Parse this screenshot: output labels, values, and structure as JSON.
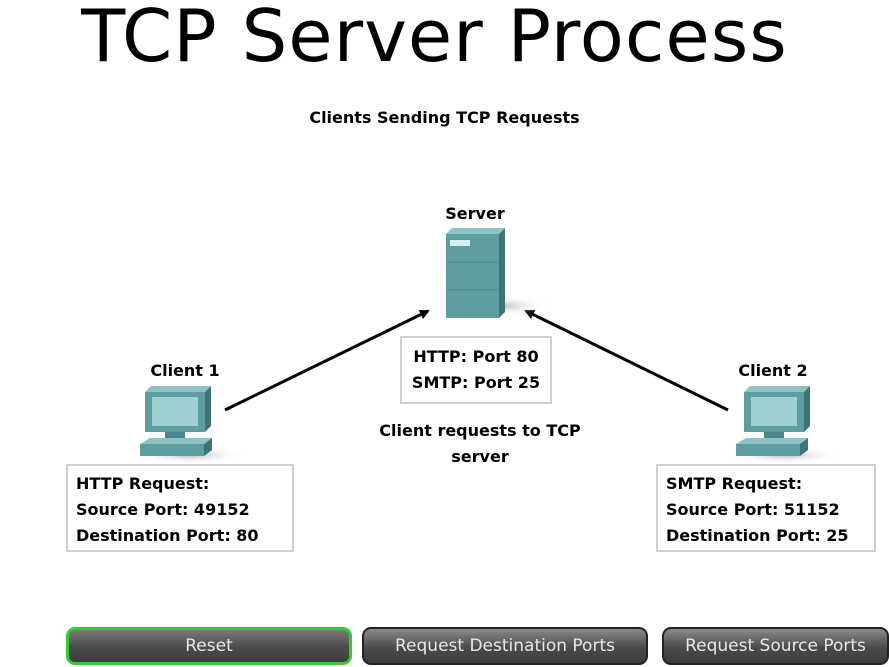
{
  "title": "TCP Server Process",
  "subtitle": "Clients Sending TCP Requests",
  "server": {
    "label": "Server",
    "ports": [
      "HTTP: Port 80",
      "SMTP: Port 25"
    ],
    "caption": [
      "Client requests to TCP",
      "server"
    ]
  },
  "client1": {
    "label": "Client 1",
    "info": [
      "HTTP Request:",
      "Source Port: 49152",
      "Destination Port: 80"
    ]
  },
  "client2": {
    "label": "Client 2",
    "info": [
      "SMTP Request:",
      "Source Port: 51152",
      "Destination Port: 25"
    ]
  },
  "buttons": {
    "reset": "Reset",
    "dest_ports": "Request Destination Ports",
    "source_ports": "Request Source Ports"
  },
  "colors": {
    "device": "#5f9ea0",
    "device_dark": "#3e7475",
    "active_button_border": "#33cc33"
  },
  "icons": [
    "server-icon",
    "computer-icon"
  ]
}
